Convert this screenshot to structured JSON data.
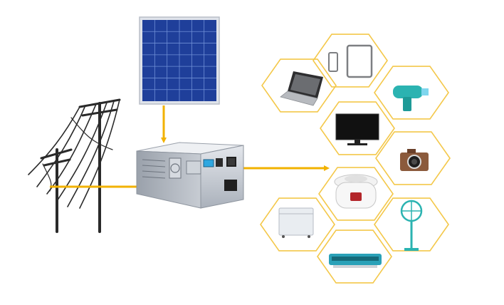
{
  "diagram": {
    "nodes": [
      {
        "id": "utility-grid",
        "icon": "power-pole-icon"
      },
      {
        "id": "solar-panel",
        "icon": "solar-panel-icon"
      },
      {
        "id": "inverter-battery-unit",
        "icon": "inverter-icon"
      },
      {
        "id": "appliance-group",
        "icon": "hexagon-cluster"
      }
    ],
    "edges": [
      {
        "from": "solar-panel",
        "to": "inverter-battery-unit"
      },
      {
        "from": "utility-grid",
        "to": "inverter-battery-unit"
      },
      {
        "from": "inverter-battery-unit",
        "to": "appliance-group"
      }
    ],
    "appliances": [
      {
        "icon": "smartphone-tablet-icon"
      },
      {
        "icon": "laptop-icon"
      },
      {
        "icon": "power-drill-icon"
      },
      {
        "icon": "television-icon"
      },
      {
        "icon": "camera-icon"
      },
      {
        "icon": "rice-cooker-icon"
      },
      {
        "icon": "chest-freezer-icon"
      },
      {
        "icon": "standing-fan-icon"
      },
      {
        "icon": "air-conditioner-icon"
      }
    ]
  },
  "colors": {
    "arrow": "#f2b200",
    "hexagon_stroke": "#f4c84a",
    "solar_cell": "#1f3f9a",
    "pole": "#2a2a2a",
    "inverter_body": "#c9ced6"
  }
}
